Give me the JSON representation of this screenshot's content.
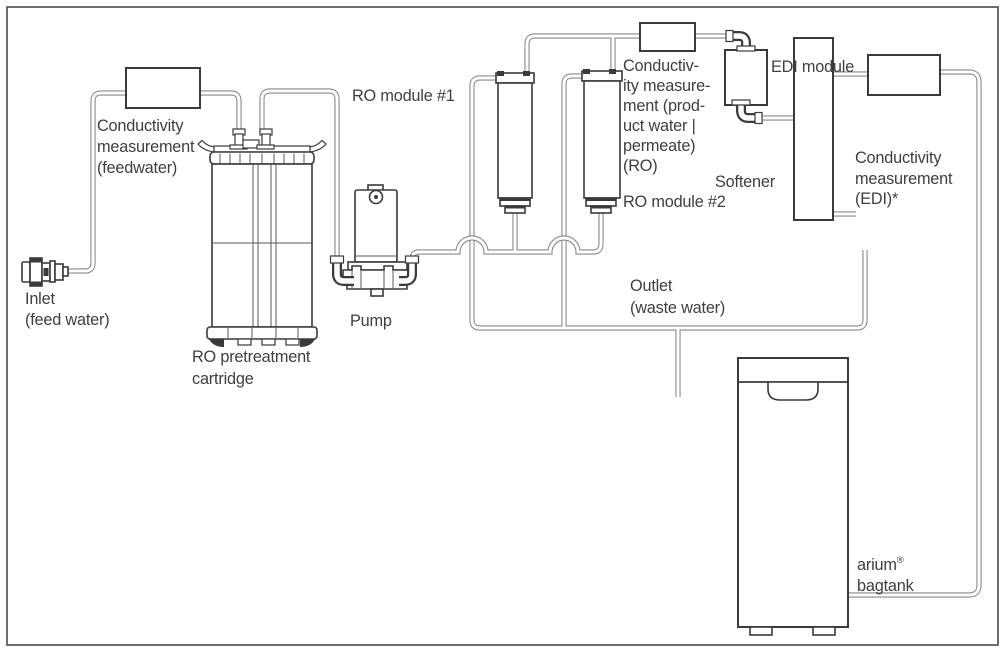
{
  "colors": {
    "component_line": "#3a3a3a",
    "pipe_line": "#8a8a8a",
    "text": "#3f3f3f",
    "background": "#ffffff"
  },
  "labels": {
    "cond_feedwater": {
      "lines": [
        "Conductivity",
        "measurement",
        "(feedwater)"
      ]
    },
    "inlet": {
      "lines": [
        "Inlet",
        "(feed water)"
      ]
    },
    "ro_pretreatment": {
      "lines": [
        "RO pretreatment",
        "cartridge"
      ]
    },
    "pump": {
      "lines": [
        "Pump"
      ]
    },
    "ro_module_1": {
      "lines": [
        "RO module #1"
      ]
    },
    "cond_product": {
      "lines": [
        "Conductiv-",
        "ity measure-",
        "ment (prod-",
        "uct water |",
        "permeate)",
        "(RO)"
      ]
    },
    "ro_module_2": {
      "lines": [
        "RO module #2"
      ]
    },
    "softener": {
      "lines": [
        "Softener"
      ]
    },
    "edi_module": {
      "lines": [
        "EDI module"
      ]
    },
    "cond_edi": {
      "lines": [
        "Conductivity",
        "measurement",
        "(EDI)*"
      ]
    },
    "outlet": {
      "lines": [
        "Outlet",
        "(waste water)"
      ]
    },
    "bagtank": {
      "brand": "arium",
      "registered": "®",
      "line2": "bagtank"
    }
  }
}
